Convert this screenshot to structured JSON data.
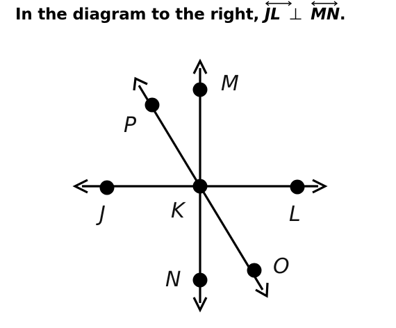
{
  "prompt": {
    "text": "In the diagram to the right,",
    "line1": "JL",
    "relation": "⊥",
    "line2": "MN",
    "end": "."
  },
  "points": {
    "M": "M",
    "P": "P",
    "J": "J",
    "K": "K",
    "L": "L",
    "N": "N",
    "O": "O"
  }
}
